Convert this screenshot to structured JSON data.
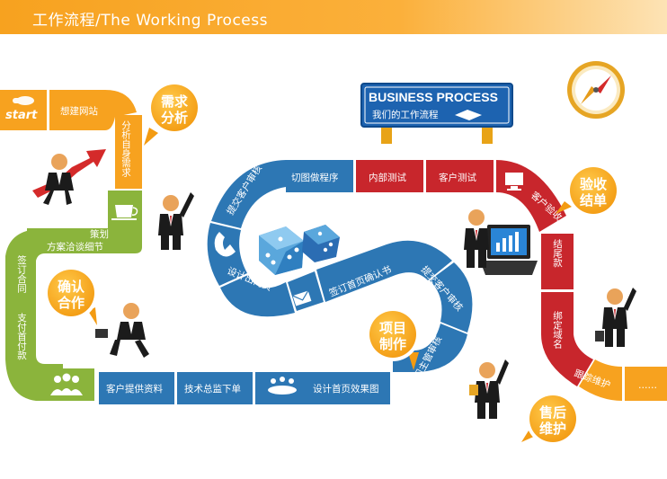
{
  "header": {
    "title": "工作流程/The Working Process"
  },
  "start": "start",
  "steps": {
    "s1": "想建网站",
    "s2": "分析自身需求",
    "s3a": "策划",
    "s3b": "方案洽谈细节",
    "s4": "签订合同",
    "s5": "支付首付款",
    "s6": "客户提供资料",
    "s7": "技术总监下单",
    "s8": "设计首页效果图",
    "s9": "部门主管审核",
    "s10": "提交客户审核",
    "s11": "签订首页确认书",
    "s12": "设计出内页",
    "s13": "提交客户审核",
    "s14": "切图做程序",
    "s15": "内部测试",
    "s16": "客户测试",
    "s17": "客户验收",
    "s18": "结尾款",
    "s19": "绑定域名",
    "s20": "跟踪维护",
    "s21": "……"
  },
  "bubbles": {
    "b1": [
      "需求",
      "分析"
    ],
    "b2": [
      "确认",
      "合作"
    ],
    "b3": [
      "项目",
      "制作"
    ],
    "b4": [
      "验收",
      "结单"
    ],
    "b5": [
      "售后",
      "维护"
    ]
  },
  "sign": {
    "title": "BUSINESS PROCESS",
    "subtitle": "我们的工作流程"
  },
  "colors": {
    "orange": "#f7a21f",
    "green": "#8bb43c",
    "blue": "#2d77b4",
    "red": "#c8262c",
    "gray": "#9aa3ab"
  }
}
